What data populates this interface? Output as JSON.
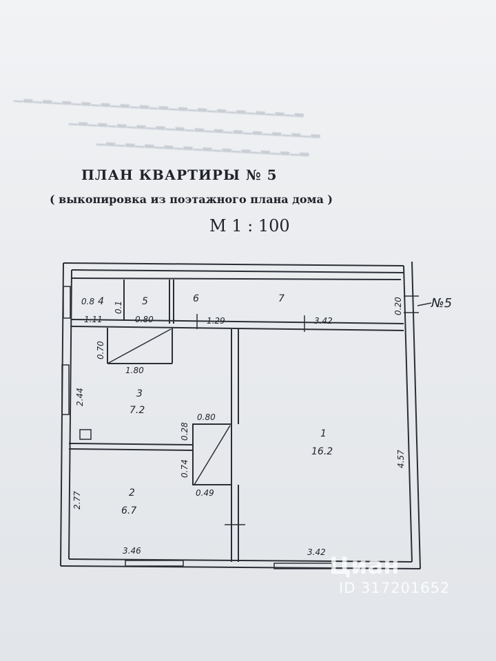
{
  "header": {
    "title": "ПЛАН КВАРТИРЫ № 5",
    "subtitle": "( выкопировка из поэтажного плана дома )",
    "scale": "М 1 : 100"
  },
  "rooms": [
    {
      "id": "1",
      "number": "1",
      "area": "16.2"
    },
    {
      "id": "2",
      "number": "2",
      "area": "6.7"
    },
    {
      "id": "3",
      "number": "3",
      "area": "7.2"
    },
    {
      "id": "4",
      "number": "4",
      "area": "0.8"
    },
    {
      "id": "5",
      "number": "5"
    },
    {
      "id": "6",
      "number": "6"
    },
    {
      "id": "7",
      "number": "7"
    }
  ],
  "dimensions": [
    "1.11",
    "0.80",
    "1.29",
    "3.42",
    "0.70",
    "1.80",
    "2.44",
    "0.80",
    "0.28",
    "0.74",
    "0.49",
    "2.77",
    "3.46",
    "3.42",
    "4.57",
    "0.20",
    "0.1"
  ],
  "markers": {
    "apartment": "№5"
  },
  "watermark": {
    "brand": "Циан",
    "id_text": "ID 317201652"
  }
}
